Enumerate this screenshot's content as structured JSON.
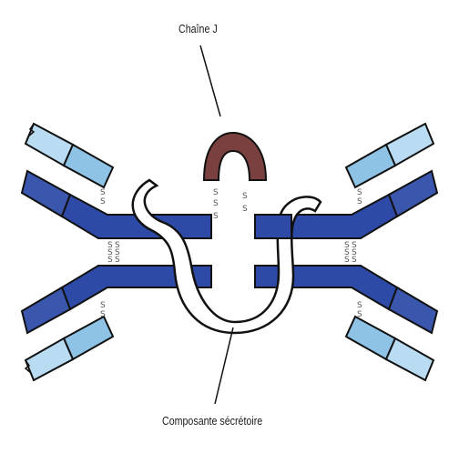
{
  "labels": {
    "j_chain": "Chaîne J",
    "secretory_component": "Composante sécrétoire"
  },
  "disulfide_label": "S",
  "colors": {
    "heavy_chain": "#2c4aa6",
    "heavy_chain_dark": "#223a86",
    "light_chain": "#8ec3e6",
    "light_chain_light": "#b9dcf3",
    "j_chain": "#7a4040",
    "outline": "#111111",
    "secretory_component": "#ffffff"
  }
}
